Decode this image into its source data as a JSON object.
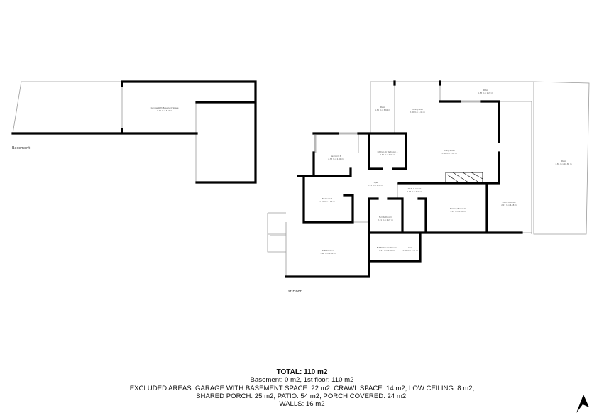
{
  "floors": {
    "basement": {
      "label": "Basement",
      "rooms": [
        {
          "name": "Garage With Basement Space",
          "dims": "9.00 m x 3.61 m"
        }
      ]
    },
    "first": {
      "label": "1st Floor",
      "rooms": [
        {
          "name": "Patio",
          "dims": "1.35 m x 3.60 m"
        },
        {
          "name": "Dining Area",
          "dims": "3.00 m x 3.48 m"
        },
        {
          "name": "Patio",
          "dims": "6.58 m x 1.29 m"
        },
        {
          "name": "Bedroom 3",
          "dims": "2.73 m x 2.90 m"
        },
        {
          "name": "Kitchen Or Bedroom 4",
          "dims": "2.40 m x 2.37 m"
        },
        {
          "name": "Living Room",
          "dims": "3.80 m x 5.04 m"
        },
        {
          "name": "Foyer",
          "dims": "2.21 m x 3.58 m"
        },
        {
          "name": "Walk-In Closet",
          "dims": "2.13 m x 2.20 m"
        },
        {
          "name": "Bedroom 2",
          "dims": "1.16 m x 1.87 m"
        },
        {
          "name": "Full Bathroom",
          "dims": "2.21 m x 2.27 m"
        },
        {
          "name": "Primary Bedroom",
          "dims": "3.03 m x 3.55 m"
        },
        {
          "name": "Porch Covered",
          "dims": "2.17 m x 6.18 m"
        },
        {
          "name": "Patio",
          "dims": "2.86 m x 10.88 m"
        },
        {
          "name": "Shared Porch",
          "dims": "7.66 m x 4.60 m"
        },
        {
          "name": "Full Bathroom Shower",
          "dims": "2.27 m x 1.83 m"
        },
        {
          "name": "Sink",
          "dims": "1.08 m x 1.57 m"
        }
      ]
    }
  },
  "summary": {
    "total": "TOTAL: 110 m2",
    "floors": "Basement: 0 m2, 1st floor: 110 m2",
    "excluded_1": "EXCLUDED AREAS: GARAGE WITH BASEMENT SPACE: 22 m2, CRAWL SPACE: 14 m2, LOW CEILING: 8 m2,",
    "excluded_2": "SHARED PORCH: 25 m2, PATIO: 54 m2, PORCH COVERED: 24 m2,",
    "excluded_3": "WALLS: 16 m2"
  },
  "icons": {
    "compass": "north-arrow-icon"
  }
}
